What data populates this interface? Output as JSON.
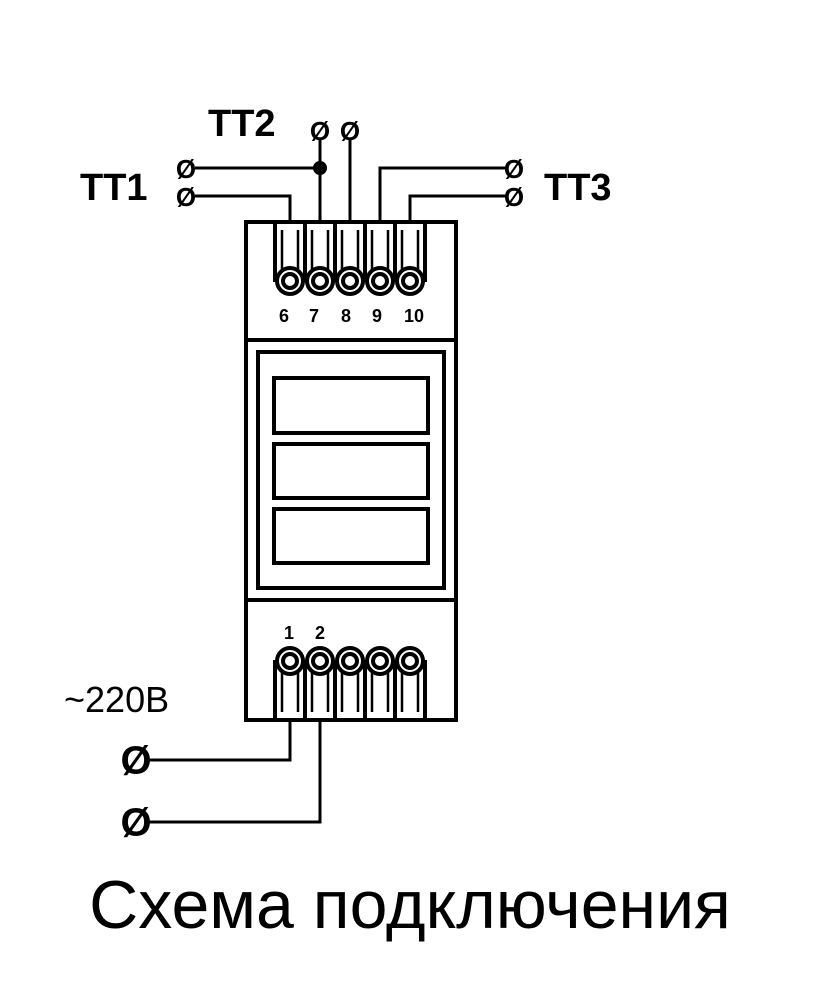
{
  "labels": {
    "tt1": "ТТ1",
    "tt2": "ТТ2",
    "tt3": "ТТ3",
    "supply": "~220В",
    "caption": "Схема подключения"
  },
  "terminal_numbers_top": [
    "6",
    "7",
    "8",
    "9",
    "10"
  ],
  "terminal_numbers_bottom": [
    "1",
    "2"
  ],
  "terminal_symbol": "Ø",
  "display_segments": 3,
  "colors": {
    "line": "#000000",
    "background": "#ffffff"
  }
}
